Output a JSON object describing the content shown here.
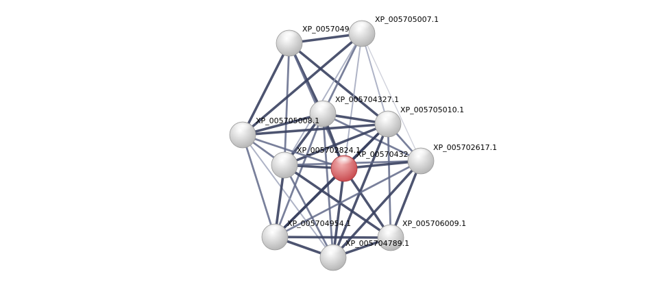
{
  "network": {
    "colors": {
      "edge_strong": "#3a4160",
      "edge_medium": "#616a8a",
      "edge_light": "#9aa0b8",
      "edge_faint": "#c3c6d2",
      "node_default_light": "#ffffff",
      "node_default_dark": "#b5b5b5",
      "node_query_light": "#f3b3b3",
      "node_query_dark": "#c8494e"
    },
    "nodes": [
      {
        "id": "n0",
        "label": "XP_0057049",
        "query": false
      },
      {
        "id": "n1",
        "label": "XP_005705007.1",
        "query": false
      },
      {
        "id": "n2",
        "label": "XP_005704327.1",
        "query": false
      },
      {
        "id": "n3",
        "label": "XP_005705010.1",
        "query": false
      },
      {
        "id": "n4",
        "label": "XP_005705008.1",
        "query": false
      },
      {
        "id": "n5",
        "label": "XP_005702824.1",
        "query": false
      },
      {
        "id": "n6",
        "label": "XP_00570432",
        "query": true
      },
      {
        "id": "n7",
        "label": "XP_005702617.1",
        "query": false
      },
      {
        "id": "n8",
        "label": "XP_005704954.1",
        "query": false
      },
      {
        "id": "n9",
        "label": "XP_005706009.1",
        "query": false
      },
      {
        "id": "n10",
        "label": "XP_005704789.1",
        "query": false
      }
    ],
    "edges": [
      {
        "source": "n0",
        "target": "n1",
        "weight": "strong"
      },
      {
        "source": "n0",
        "target": "n4",
        "weight": "strong"
      },
      {
        "source": "n0",
        "target": "n5",
        "weight": "medium"
      },
      {
        "source": "n0",
        "target": "n2",
        "weight": "strong"
      },
      {
        "source": "n0",
        "target": "n3",
        "weight": "strong"
      },
      {
        "source": "n0",
        "target": "n6",
        "weight": "medium"
      },
      {
        "source": "n1",
        "target": "n4",
        "weight": "strong"
      },
      {
        "source": "n1",
        "target": "n2",
        "weight": "medium"
      },
      {
        "source": "n1",
        "target": "n3",
        "weight": "light"
      },
      {
        "source": "n1",
        "target": "n5",
        "weight": "light"
      },
      {
        "source": "n1",
        "target": "n6",
        "weight": "light"
      },
      {
        "source": "n1",
        "target": "n7",
        "weight": "faint"
      },
      {
        "source": "n2",
        "target": "n3",
        "weight": "strong"
      },
      {
        "source": "n2",
        "target": "n4",
        "weight": "strong"
      },
      {
        "source": "n2",
        "target": "n5",
        "weight": "strong"
      },
      {
        "source": "n2",
        "target": "n6",
        "weight": "strong"
      },
      {
        "source": "n2",
        "target": "n7",
        "weight": "medium"
      },
      {
        "source": "n2",
        "target": "n8",
        "weight": "medium"
      },
      {
        "source": "n2",
        "target": "n10",
        "weight": "medium"
      },
      {
        "source": "n3",
        "target": "n4",
        "weight": "strong"
      },
      {
        "source": "n3",
        "target": "n5",
        "weight": "strong"
      },
      {
        "source": "n3",
        "target": "n6",
        "weight": "strong"
      },
      {
        "source": "n3",
        "target": "n7",
        "weight": "medium"
      },
      {
        "source": "n3",
        "target": "n8",
        "weight": "strong"
      },
      {
        "source": "n3",
        "target": "n9",
        "weight": "medium"
      },
      {
        "source": "n3",
        "target": "n10",
        "weight": "strong"
      },
      {
        "source": "n4",
        "target": "n5",
        "weight": "medium"
      },
      {
        "source": "n4",
        "target": "n6",
        "weight": "medium"
      },
      {
        "source": "n4",
        "target": "n8",
        "weight": "medium"
      },
      {
        "source": "n4",
        "target": "n10",
        "weight": "light"
      },
      {
        "source": "n5",
        "target": "n6",
        "weight": "strong"
      },
      {
        "source": "n5",
        "target": "n7",
        "weight": "medium"
      },
      {
        "source": "n5",
        "target": "n8",
        "weight": "strong"
      },
      {
        "source": "n5",
        "target": "n9",
        "weight": "strong"
      },
      {
        "source": "n5",
        "target": "n10",
        "weight": "medium"
      },
      {
        "source": "n6",
        "target": "n7",
        "weight": "strong"
      },
      {
        "source": "n6",
        "target": "n8",
        "weight": "strong"
      },
      {
        "source": "n6",
        "target": "n9",
        "weight": "strong"
      },
      {
        "source": "n6",
        "target": "n10",
        "weight": "strong"
      },
      {
        "source": "n7",
        "target": "n8",
        "weight": "medium"
      },
      {
        "source": "n7",
        "target": "n9",
        "weight": "strong"
      },
      {
        "source": "n7",
        "target": "n10",
        "weight": "strong"
      },
      {
        "source": "n8",
        "target": "n9",
        "weight": "strong"
      },
      {
        "source": "n8",
        "target": "n10",
        "weight": "strong"
      },
      {
        "source": "n9",
        "target": "n10",
        "weight": "strong"
      }
    ]
  }
}
